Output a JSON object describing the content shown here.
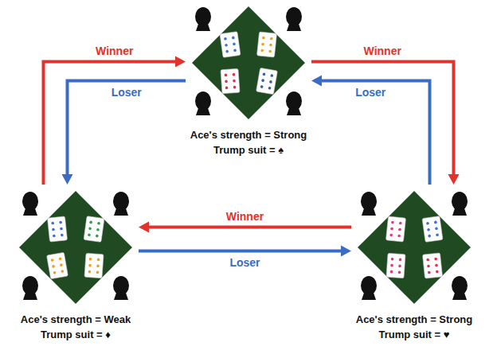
{
  "diagram": {
    "nodes": [
      {
        "text": [
          "Ace's strength = Strong",
          "Trump suit = ♠"
        ]
      },
      {
        "text": [
          "Ace's strength = Weak",
          "Trump suit = ♦"
        ]
      },
      {
        "text": [
          "Ace's strength = Strong",
          "Trump suit = ♥"
        ]
      }
    ],
    "edges": [
      {
        "from": 1,
        "to": 0,
        "arrow": "to",
        "label": "Winner"
      },
      {
        "from": 0,
        "to": 1,
        "arrow": "to",
        "label": "Loser"
      },
      {
        "from": 0,
        "to": 2,
        "arrow": "to",
        "label": "Winner"
      },
      {
        "from": 2,
        "to": 0,
        "arrow": "to",
        "label": "Loser"
      },
      {
        "from": 2,
        "to": 1,
        "arrow": "to",
        "label": "Winner"
      },
      {
        "from": 1,
        "to": 2,
        "arrow": "to",
        "label": "Loser"
      }
    ]
  }
}
